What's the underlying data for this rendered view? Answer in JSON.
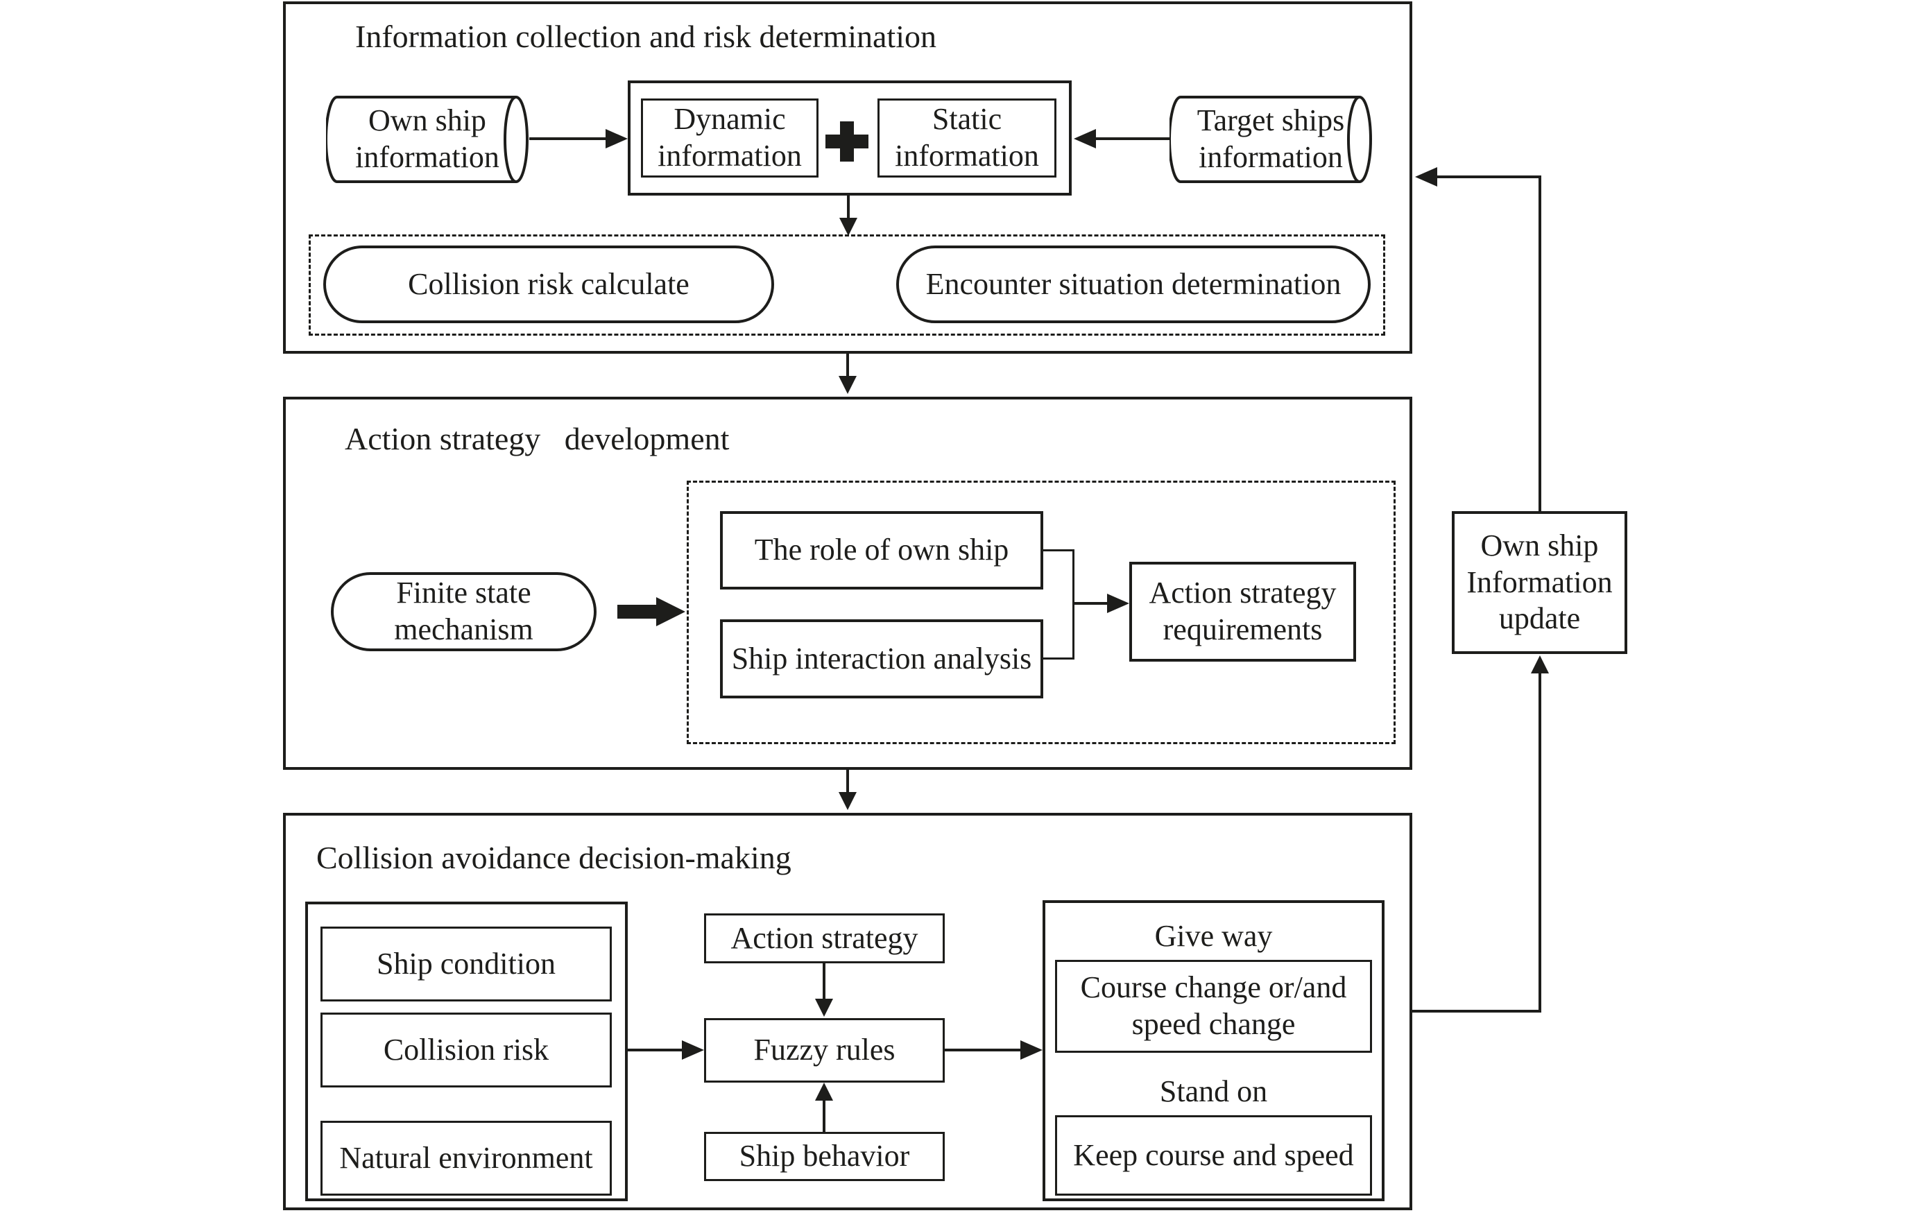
{
  "colors": {
    "ink": "#1d1d1b",
    "background": "#ffffff"
  },
  "section1": {
    "title": "Information collection and risk determination",
    "own_ship_cylinder": "Own ship\ninformation",
    "dynamic_box": "Dynamic\ninformation",
    "plus_icon": "+",
    "static_box": "Static\ninformation",
    "target_ships_cylinder": "Target ships\ninformation",
    "collision_risk_calculate": "Collision risk calculate",
    "encounter_situation": "Encounter situation determination"
  },
  "section2": {
    "title": "Action strategy   development",
    "finite_state_mechanism": "Finite state\nmechanism",
    "role_of_own_ship": "The role of own ship",
    "ship_interaction_analysis": "Ship interaction analysis",
    "action_strategy_requirements": "Action strategy\nrequirements"
  },
  "section3": {
    "title": "Collision avoidance decision-making",
    "ship_condition": "Ship condition",
    "collision_risk": "Collision risk",
    "natural_environment": "Natural environment",
    "action_strategy": "Action strategy",
    "fuzzy_rules": "Fuzzy rules",
    "ship_behavior": "Ship behavior",
    "give_way": "Give way",
    "course_change": "Course change or/and\nspeed change",
    "stand_on": "Stand on",
    "keep_course": "Keep course and speed"
  },
  "feedback": {
    "own_ship_information_update": "Own ship\nInformation\nupdate"
  }
}
